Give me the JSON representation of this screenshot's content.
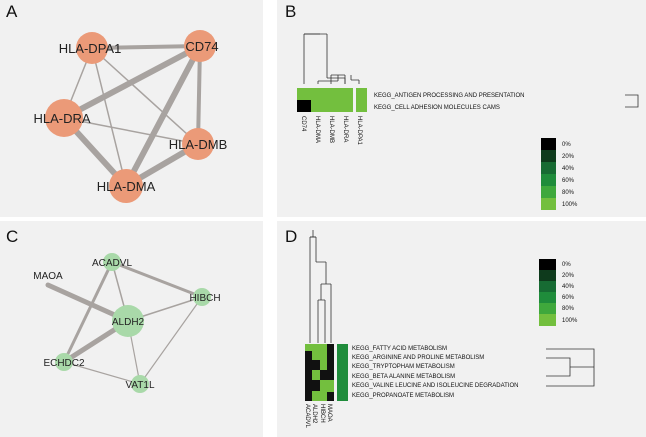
{
  "panel_letters": {
    "a": "A",
    "b": "B",
    "c": "C",
    "d": "D"
  },
  "network_a": {
    "node_color": "#eb9a78",
    "edge_color": "#a8a3a0",
    "nodes": [
      "HLA-DPA1",
      "CD74",
      "HLA-DRA",
      "HLA-DMB",
      "HLA-DMA"
    ]
  },
  "network_c": {
    "node_color": "#a9d9a9",
    "edge_color": "#a8a3a0",
    "nodes": [
      "ACADVL",
      "MAOA",
      "HIBCH",
      "ALDH2",
      "ECHDC2",
      "VAT1L"
    ]
  },
  "heatmap_b": {
    "pathways": [
      "KEGG_ANTIGEN PROCESSING AND PRESENTATION",
      "KEGG_CELL ADHESION MOLECULES CAMS"
    ],
    "genes": [
      "CD74",
      "HLA-DMA",
      "HLA-DMB",
      "HLA-DRA",
      "HLA-DPA1"
    ]
  },
  "heatmap_d": {
    "pathways": [
      "KEGG_FATTY ACID METABOLISM",
      "KEGG_ARGININE AND PROLINE METABOLISM",
      "KEGG_TRYPTOPHAM METABOLISM",
      "KEGG_BETA ALANINE METABOLISM",
      "KEGG_VALINE LEUCINE AND ISOLEUCINE DEGRADATION",
      "KEGG_PROPANOATE METABOLISM"
    ],
    "genes": [
      "ACADVL",
      "ALDH2",
      "HIBCH",
      "MAOA"
    ]
  },
  "legend": {
    "labels": [
      "0%",
      "20%",
      "40%",
      "60%",
      "80%",
      "100%"
    ],
    "colors": [
      "#000000",
      "#0e3a1c",
      "#176b33",
      "#1f8c3b",
      "#3fa83c",
      "#73bf3e"
    ]
  }
}
